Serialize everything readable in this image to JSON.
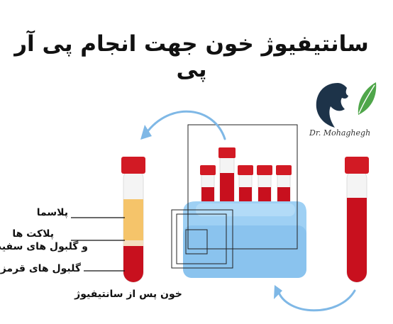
{
  "title": "سانتیفیوژ خون جهت انجام پی آر پی",
  "logo": {
    "text": "Dr. Mohaghegh"
  },
  "labels": {
    "plasma": "پلاسما",
    "platelets_line1": "پلاکت ها",
    "platelets_line2": "و گلبول های سفید",
    "rbc": "گلبول های قرمز"
  },
  "caption": "خون پس از سانتیفیوژ",
  "colors": {
    "blood_red": "#c8101e",
    "cap_red": "#d21a24",
    "plasma_yellow": "#f5c46a",
    "arrow_blue": "#7fb8e6",
    "centrifuge_blue": "#9ed0f4",
    "logo_navy": "#1d3349",
    "logo_green": "#4fa64a"
  }
}
